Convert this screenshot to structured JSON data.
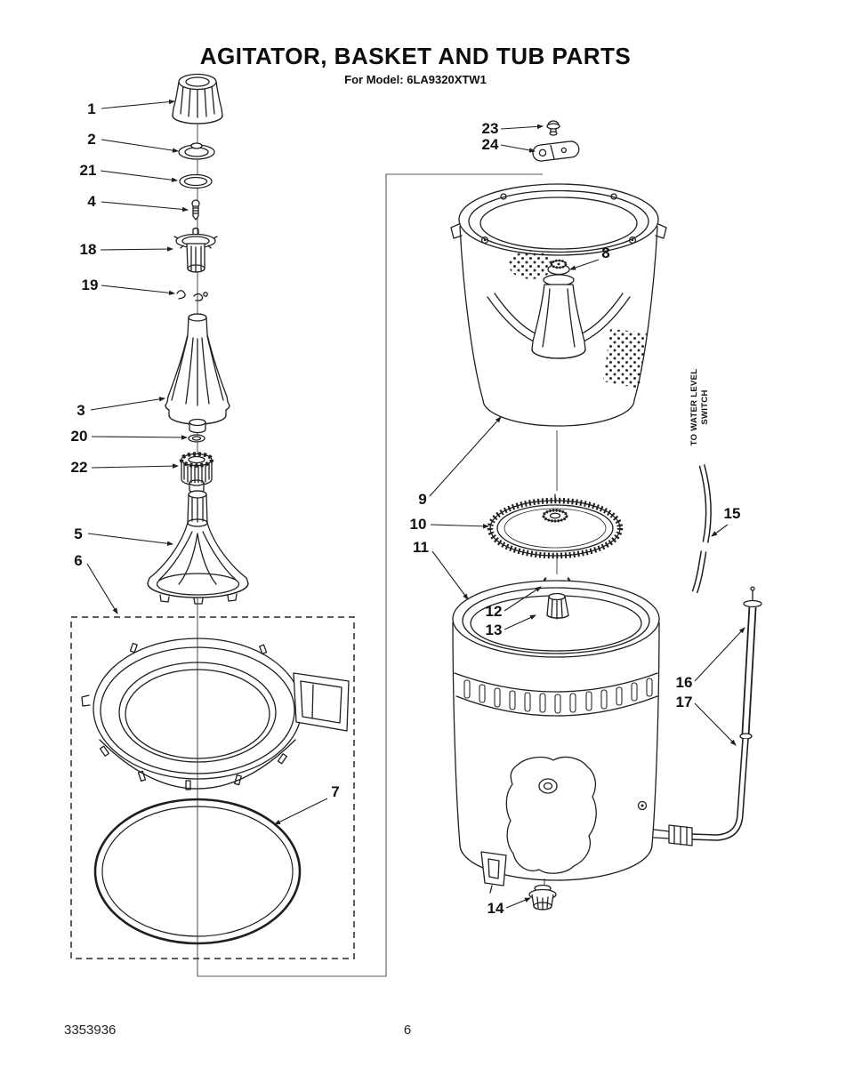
{
  "page": {
    "title": "AGITATOR, BASKET AND TUB PARTS",
    "subtitle": "For Model: 6LA9320XTW1",
    "doc_number": "3353936",
    "page_number": "6"
  },
  "diagram": {
    "ink_color": "#1f1f1f",
    "background": "#ffffff",
    "water_level_label": {
      "line1": "TO WATER LEVEL",
      "line2": "SWITCH"
    },
    "callouts": [
      "1",
      "2",
      "21",
      "4",
      "18",
      "19",
      "3",
      "20",
      "22",
      "5",
      "6",
      "7",
      "23",
      "24",
      "8",
      "9",
      "10",
      "11",
      "12",
      "13",
      "14",
      "15",
      "16",
      "17"
    ]
  }
}
